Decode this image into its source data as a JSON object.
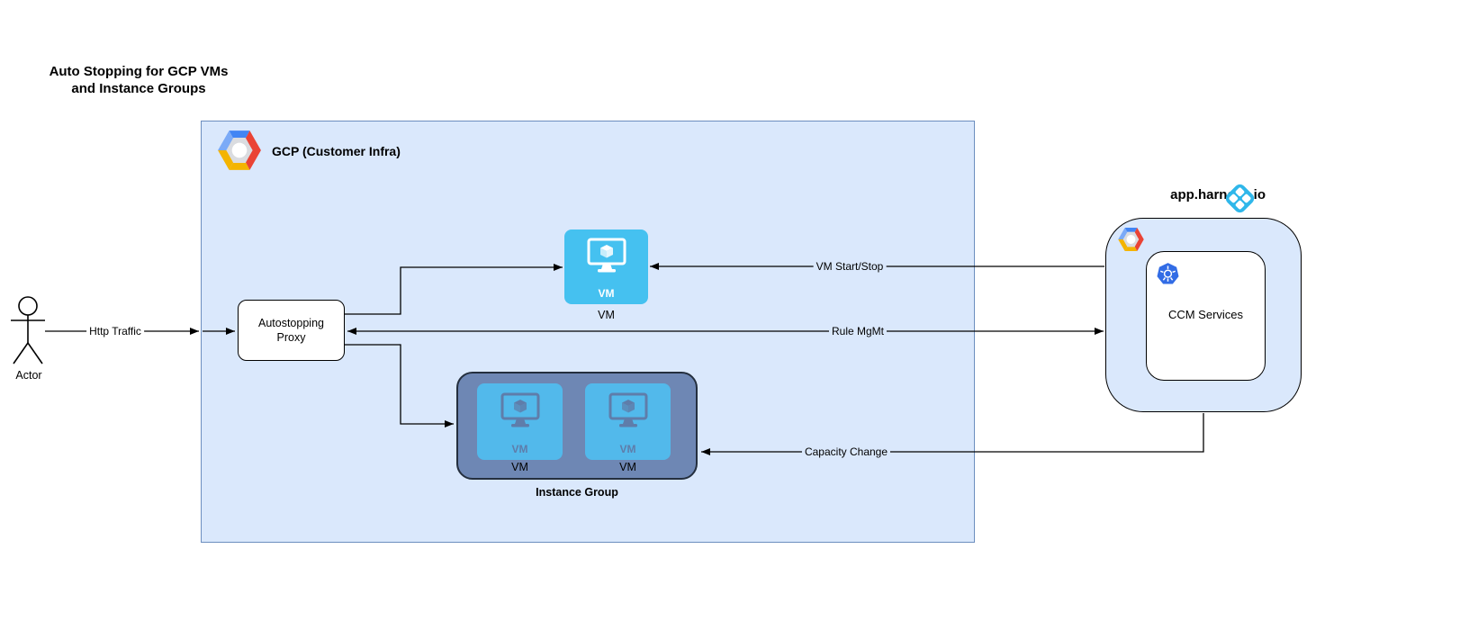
{
  "title": {
    "line1": "Auto Stopping for GCP VMs",
    "line2": "and Instance Groups"
  },
  "actor": {
    "label": "Actor"
  },
  "gcp_container": {
    "label": "GCP (Customer Infra)"
  },
  "proxy": {
    "line1": "Autostopping",
    "line2": "Proxy"
  },
  "vm_node": {
    "badge": "VM",
    "label": "VM"
  },
  "instance_group": {
    "label": "Instance Group",
    "vms": [
      {
        "badge": "VM",
        "label": "VM"
      },
      {
        "badge": "VM",
        "label": "VM"
      }
    ]
  },
  "harness": {
    "label": "app.harness.io",
    "ccm_label": "CCM Services"
  },
  "edges": {
    "http_traffic": {
      "label": "Http Traffic",
      "from": "Actor",
      "to": "Autostopping Proxy"
    },
    "vm_start_stop": {
      "label": "VM Start/Stop",
      "from": "app.harness.io",
      "to": "VM"
    },
    "rule_mgmt": {
      "label": "Rule MgMt",
      "from": "Autostopping Proxy",
      "to": "app.harness.io",
      "bidirectional": true
    },
    "capacity_change": {
      "label": "Capacity Change",
      "from": "app.harness.io",
      "to": "Instance Group"
    }
  },
  "icons": {
    "gcp_logo": "gcp-hexagon-logo",
    "harness_logo": "harness-logo",
    "kubernetes_icon": "kubernetes-helm-icon",
    "vm_icon": "vm-monitor-icon",
    "actor_icon": "stick-figure"
  },
  "colors": {
    "container_fill": "#dae8fc",
    "container_border": "#6c8ebf",
    "vm_fill": "#45c1f0",
    "group_fill": "#6e87b4",
    "group_vm_fill": "#52b9eb",
    "group_icon": "#5f7daa",
    "harness_blue": "#2fb7ea",
    "kubernetes_blue": "#326ce5",
    "gcp_blue": "#4285f4",
    "gcp_red": "#ea4335",
    "gcp_yellow": "#f4b400",
    "line": "#000000"
  }
}
